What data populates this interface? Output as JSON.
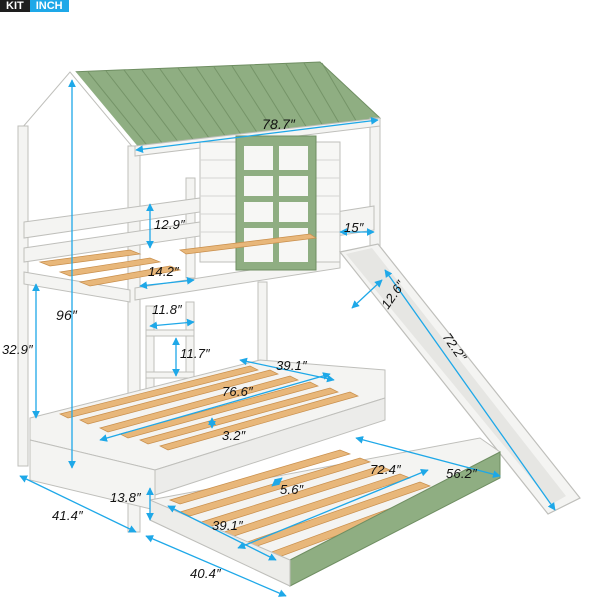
{
  "badge": {
    "left_text": "KIT",
    "right_text": "INCH"
  },
  "colors": {
    "frame": "#f4f4f2",
    "frame_edge": "#bfbfbb",
    "roof": "#8fae82",
    "slat": "#e8b77a",
    "slat_edge": "#c98f4c",
    "trundle": "#8fae82",
    "arrow": "#1ea8e8",
    "text": "#111111"
  },
  "dimensions": {
    "roof_width": "78.7″",
    "total_height": "96″",
    "guard_height": "12.9″",
    "window_side": "15″",
    "top_slat_gap": "14.2″",
    "slide_width": "12.6″",
    "ladder_width": "11.8″",
    "slide_length": "72.2″",
    "lower_height": "32.9″",
    "ladder_step": "11.7″",
    "lower_width": "39.1″",
    "lower_length": "76.6″",
    "slat_gap": "3.2″",
    "trundle_width": "56.2″",
    "trundle_inner": "72.4″",
    "trundle_height": "13.8″",
    "trundle_gap": "5.6″",
    "trundle_slat": "39.1″",
    "depth": "41.4″",
    "bed_width": "40.4″"
  },
  "icons": [
    "dimension-arrow-icon"
  ]
}
